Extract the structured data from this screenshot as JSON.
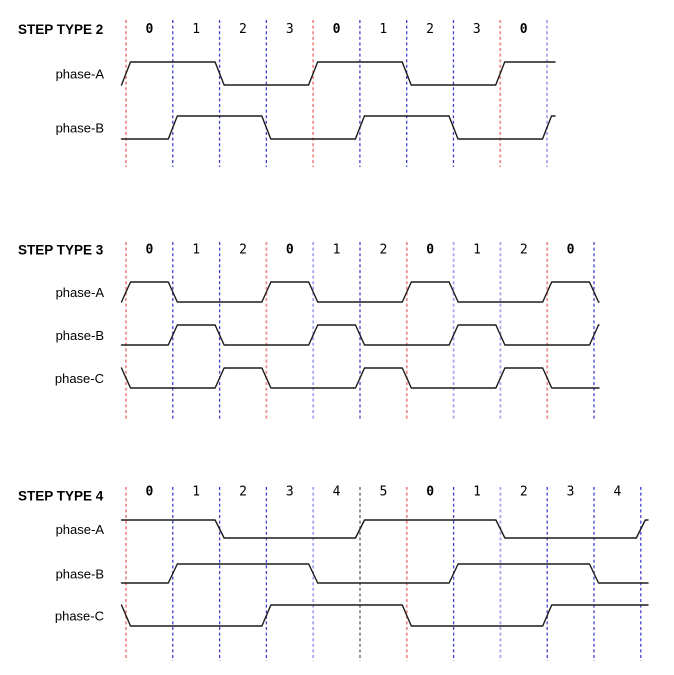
{
  "page": {
    "background": "#ffffff"
  },
  "chart_data": {
    "type": "timing-diagram",
    "colors": {
      "red": "#ef8e8e",
      "blue": "#4141cd",
      "periwinkle": "#a6a6ef",
      "gray": "#5a5a5a",
      "wave": "#1b1b1b",
      "text": "#000000"
    },
    "diagrams": [
      {
        "title": "STEP TYPE 2",
        "step_labels": [
          "0",
          "1",
          "2",
          "3",
          "0",
          "1",
          "2",
          "3",
          "0"
        ],
        "bold_labels": [
          "0"
        ],
        "boundary_colors": [
          "red",
          "blue",
          "blue",
          "blue",
          "red",
          "blue",
          "blue",
          "blue",
          "red",
          "periwinkle"
        ],
        "phases": [
          {
            "label": "phase-A",
            "pre": 0,
            "levels": [
              1,
              1,
              0,
              0,
              1,
              1,
              0,
              0,
              1
            ],
            "post": 1
          },
          {
            "label": "phase-B",
            "pre": 0,
            "levels": [
              0,
              1,
              1,
              0,
              0,
              1,
              1,
              0,
              0
            ],
            "post": 1
          }
        ]
      },
      {
        "title": "STEP TYPE 3",
        "step_labels": [
          "0",
          "1",
          "2",
          "0",
          "1",
          "2",
          "0",
          "1",
          "2",
          "0"
        ],
        "bold_labels": [
          "0"
        ],
        "boundary_colors": [
          "red",
          "blue",
          "blue",
          "red",
          "periwinkle",
          "blue",
          "red",
          "periwinkle",
          "periwinkle",
          "red",
          "blue"
        ],
        "phases": [
          {
            "label": "phase-A",
            "pre": 0,
            "levels": [
              1,
              0,
              0,
              1,
              0,
              0,
              1,
              0,
              0,
              1
            ],
            "post": 0
          },
          {
            "label": "phase-B",
            "pre": 0,
            "levels": [
              0,
              1,
              0,
              0,
              1,
              0,
              0,
              1,
              0,
              0
            ],
            "post": 1
          },
          {
            "label": "phase-C",
            "pre": 1,
            "levels": [
              0,
              0,
              1,
              0,
              0,
              1,
              0,
              0,
              1,
              0
            ],
            "post": 0
          }
        ]
      },
      {
        "title": "STEP TYPE 4",
        "step_labels": [
          "0",
          "1",
          "2",
          "3",
          "4",
          "5",
          "0",
          "1",
          "2",
          "3",
          "4"
        ],
        "bold_labels": [
          "0"
        ],
        "boundary_colors": [
          "red",
          "blue",
          "blue",
          "blue",
          "periwinkle",
          "gray",
          "red",
          "blue",
          "periwinkle",
          "blue",
          "blue",
          "blue"
        ],
        "phases": [
          {
            "label": "phase-A",
            "pre": 1,
            "levels": [
              1,
              1,
              0,
              0,
              0,
              1,
              1,
              1,
              0,
              0,
              0
            ],
            "post": 1
          },
          {
            "label": "phase-B",
            "pre": 0,
            "levels": [
              0,
              1,
              1,
              1,
              0,
              0,
              0,
              1,
              1,
              1,
              0
            ],
            "post": 0
          },
          {
            "label": "phase-C",
            "pre": 1,
            "levels": [
              0,
              0,
              0,
              1,
              1,
              1,
              0,
              0,
              0,
              1,
              1
            ],
            "post": 1
          }
        ]
      }
    ]
  }
}
